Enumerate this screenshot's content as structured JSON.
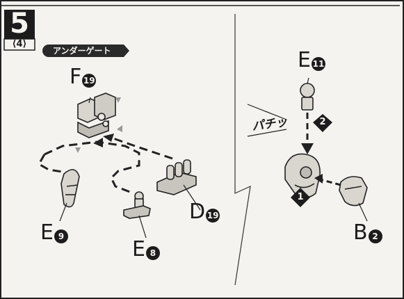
{
  "step": {
    "number": "5",
    "sub": "⟨4⟩"
  },
  "section_tag": "アンダーゲート",
  "parts": {
    "f": {
      "letter": "F",
      "number": "19"
    },
    "d": {
      "letter": "D",
      "number": "19"
    },
    "e9": {
      "letter": "E",
      "number": "9"
    },
    "e8": {
      "letter": "E",
      "number": "8"
    },
    "e11": {
      "letter": "E",
      "number": "11"
    },
    "b2": {
      "letter": "B",
      "number": "2"
    }
  },
  "sound": "パチッ",
  "order_steps": [
    "2",
    "1"
  ]
}
